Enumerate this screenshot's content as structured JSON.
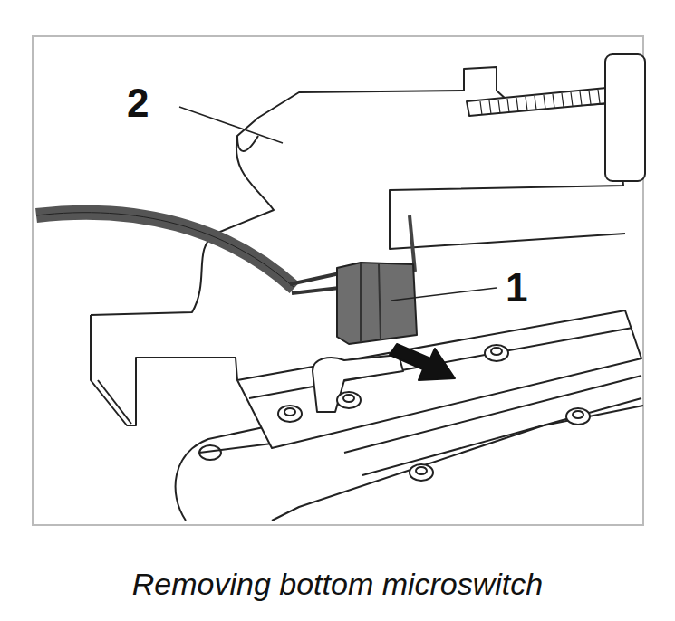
{
  "diagram": {
    "caption": "Removing bottom microswitch",
    "labels": [
      "2",
      "1"
    ]
  }
}
